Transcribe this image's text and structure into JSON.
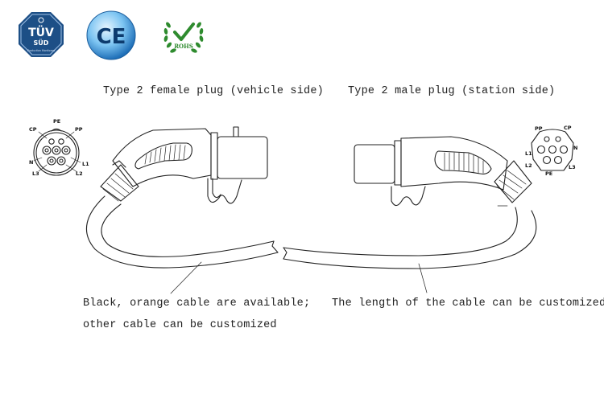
{
  "badges": {
    "tuv": {
      "line1": "TÜV",
      "line2": "SÜD",
      "fine": "Production Monitored"
    },
    "ce": {
      "text": "CE"
    },
    "rohs": {
      "text": "ROHS"
    }
  },
  "captions": {
    "female_plug": "Type 2 female plug (vehicle side)",
    "male_plug": "Type 2 male plug (station side)",
    "cable_color_line1": "Black, orange cable are available;",
    "cable_color_line2": "other cable can be customized",
    "cable_length": "The length of the cable can be customized"
  },
  "pins_female": {
    "cp": "CP",
    "pe": "PE",
    "pp": "PP",
    "n": "N",
    "l1": "L1",
    "l2": "L2",
    "l3": "L3"
  },
  "pins_male": {
    "pp": "PP",
    "cp": "CP",
    "n": "N",
    "l1": "L1",
    "l2": "L2",
    "pe": "PE",
    "l3": "L3"
  },
  "colors": {
    "tuv_blue": "#1d4f86",
    "ce_blue": "#2f8fd8",
    "rohs_green": "#2e8b2e"
  }
}
